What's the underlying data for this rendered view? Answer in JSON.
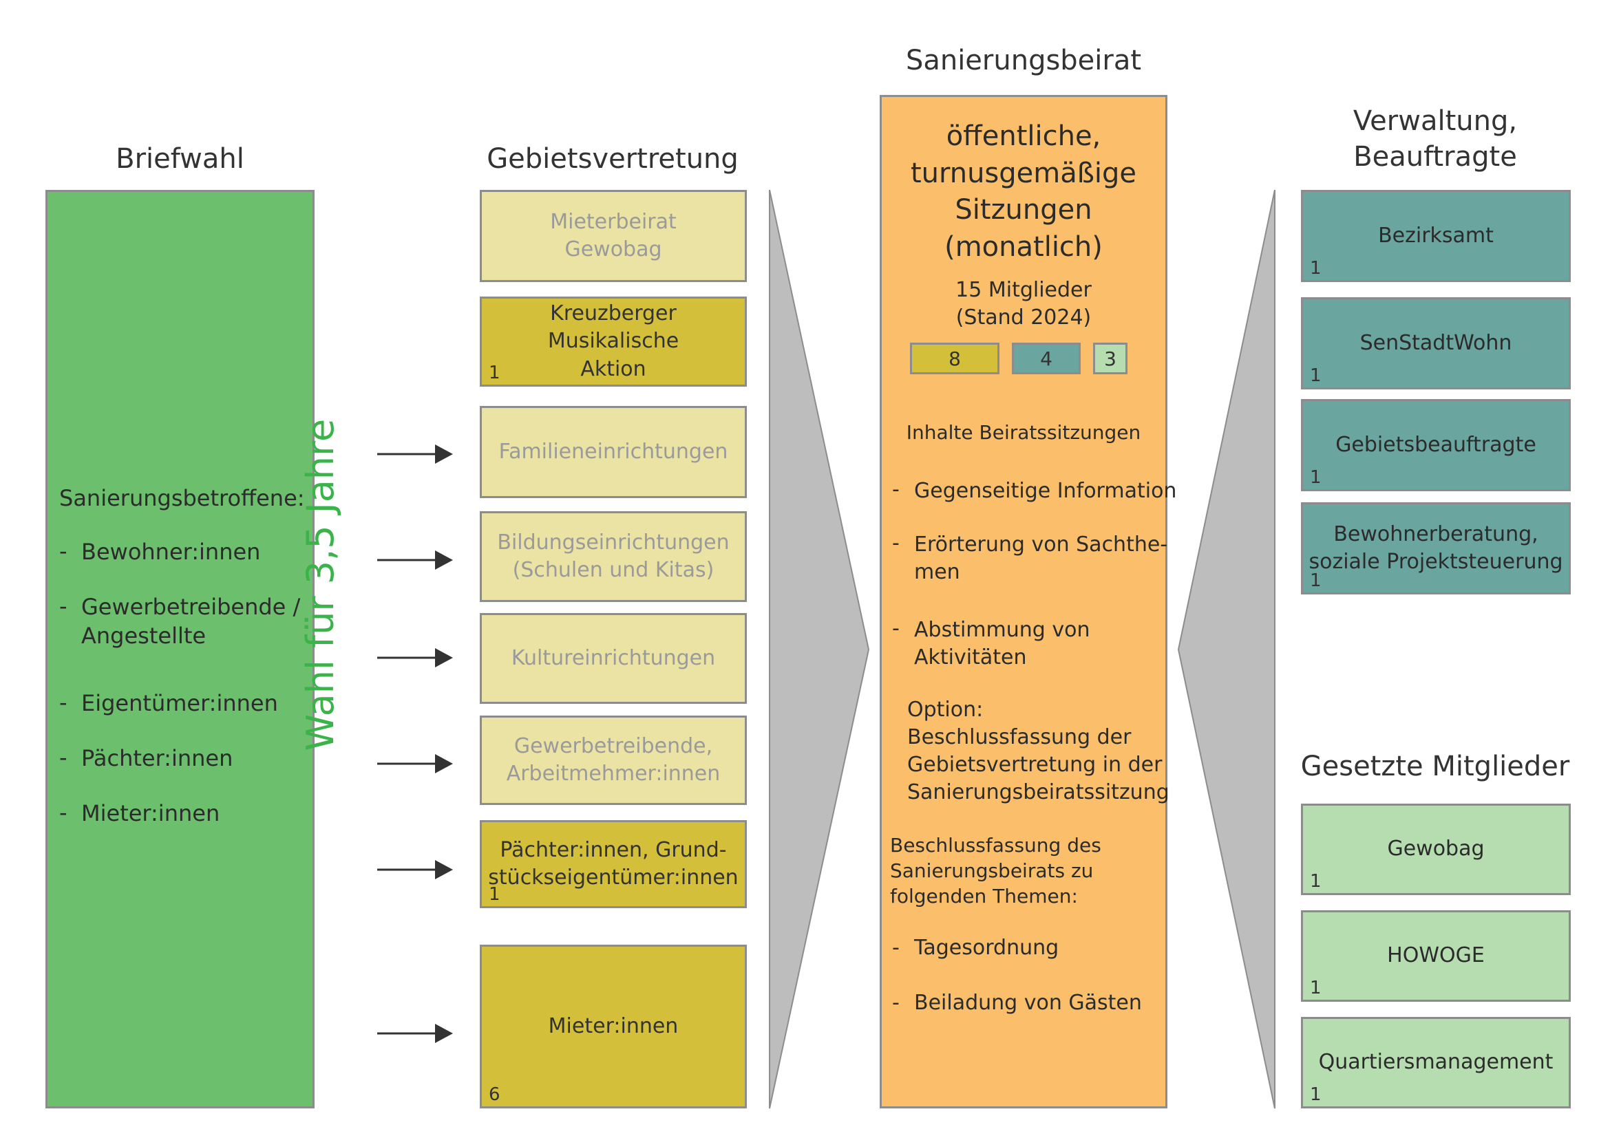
{
  "headings": {
    "briefwahl": "Briefwahl",
    "gebietsvertretung": "Gebietsvertretung",
    "sanierungsbeirat": "Sanierungsbeirat",
    "verwaltung": "Verwaltung,\nBeauftragte",
    "gesetzte": "Gesetzte Mitglieder"
  },
  "briefwahl": {
    "intro": "Sanierungsbetroffene:",
    "items": [
      "Bewohner:innen",
      "Gewerbetreibende /\nAngestellte",
      "Eigentümer:innen",
      "Pächter:innen",
      "Mieter:innen"
    ]
  },
  "election_label": "Wahl für 3,5 Jahre",
  "gebietsvertretung": [
    {
      "label": "Mieterbeirat\nGewobag",
      "num": "",
      "style": "pale"
    },
    {
      "label": "Kreuzberger Musikalische\nAktion",
      "num": "1",
      "style": "dark"
    },
    {
      "label": "Familieneinrichtungen",
      "num": "",
      "style": "pale"
    },
    {
      "label": "Bildungseinrichtungen\n(Schulen und Kitas)",
      "num": "",
      "style": "pale"
    },
    {
      "label": "Kultureinrichtungen",
      "num": "",
      "style": "pale"
    },
    {
      "label": "Gewerbetreibende,\nArbeitmehmer:innen",
      "num": "",
      "style": "pale"
    },
    {
      "label": "Pächter:innen, Grund-\nstückseigentümer:innen",
      "num": "1",
      "style": "dark"
    },
    {
      "label": "Mieter:innen",
      "num": "6",
      "style": "dark"
    }
  ],
  "beirat": {
    "title": "öffentliche,\nturnusgemäßige\nSitzungen\n(monatlich)",
    "members": "15 Mitglieder\n(Stand 2024)",
    "counts": [
      "8",
      "4",
      "3"
    ],
    "inhalte_title": "Inhalte Beiratssitzungen",
    "inhalte": [
      "Gegenseitige Information",
      "Erörterung von Sachthe-\nmen",
      "Abstimmung von\nAktivitäten"
    ],
    "option": "Option:\nBeschlussfassung der\nGebietsvertretung in der\nSanierungsbeiratssitzung",
    "beschluss": "Beschlussfassung des\nSanierungsbeirats zu\nfolgenden Themen:",
    "themen": [
      "Tagesordnung",
      "Beiladung von Gästen"
    ]
  },
  "verwaltung": [
    {
      "label": "Bezirksamt",
      "num": "1"
    },
    {
      "label": "SenStadtWohn",
      "num": "1"
    },
    {
      "label": "Gebietsbeauftragte",
      "num": "1"
    },
    {
      "label": "Bewohnerberatung,\nsoziale Projektsteuerung",
      "num": "1"
    }
  ],
  "gesetzte": [
    {
      "label": "Gewobag",
      "num": "1"
    },
    {
      "label": "HOWOGE",
      "num": "1"
    },
    {
      "label": "Quartiersmanagement",
      "num": "1"
    }
  ],
  "colors": {
    "green": "#6cbf6c",
    "pale": "#ebe3a4",
    "dark": "#d4bf3b",
    "orange": "#fbbf6b",
    "teal": "#6aa5a0",
    "mint": "#b5ddb0",
    "wedge": "#bdbdbd",
    "election": "#3bb34a"
  }
}
